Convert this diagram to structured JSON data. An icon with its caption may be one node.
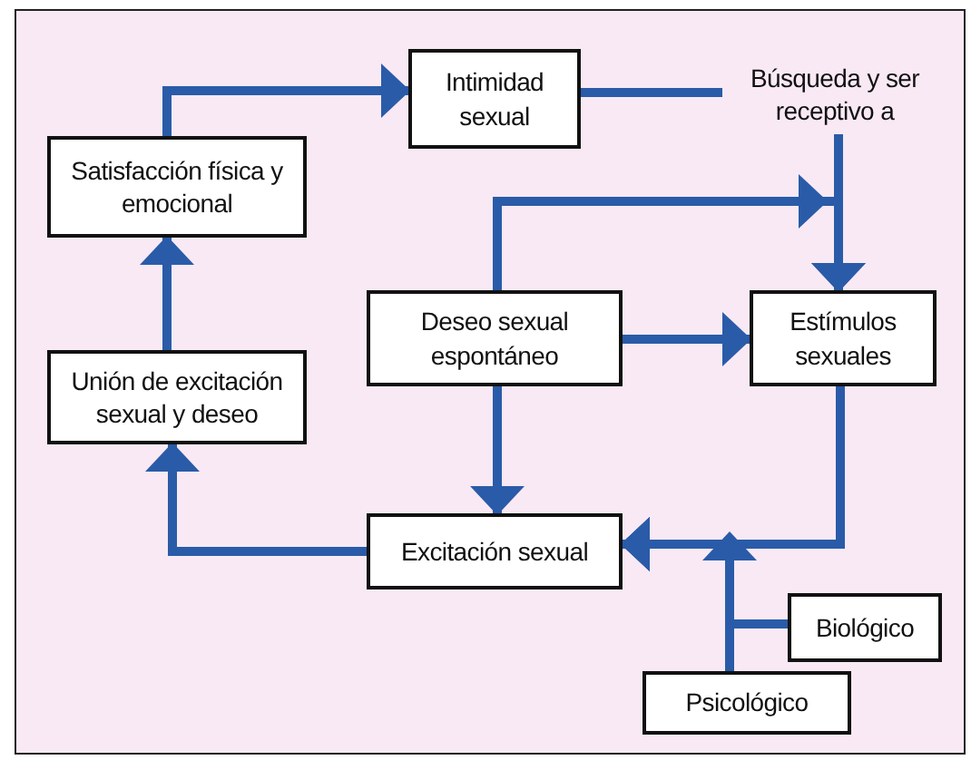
{
  "diagram": {
    "nodes": [
      {
        "text": [
          "Intimidad sexual"
        ]
      },
      {
        "text": [
          "Búsqueda y ser receptivo a"
        ]
      },
      {
        "text": [
          "Satisfacción física y emocional"
        ]
      },
      {
        "text": [
          "Deseo sexual espontáneo"
        ]
      },
      {
        "text": [
          "Estímulos sexuales"
        ]
      },
      {
        "text": [
          "Unión de excitación sexual y deseo"
        ]
      },
      {
        "text": [
          "Excitación sexual"
        ]
      },
      {
        "text": [
          "Biológico"
        ]
      },
      {
        "text": [
          "Psicológico"
        ]
      }
    ],
    "edges": [
      {
        "from": 2,
        "to": 0,
        "arrow": "to"
      },
      {
        "from": 0,
        "to": 1,
        "arrow": "none"
      },
      {
        "from": 1,
        "to": 4,
        "arrow": "to"
      },
      {
        "from": 3,
        "to": 4,
        "arrow": "to"
      },
      {
        "from": 3,
        "to": 4,
        "arrow": "to"
      },
      {
        "from": 3,
        "to": 6,
        "arrow": "to"
      },
      {
        "from": 4,
        "to": 6,
        "arrow": "to"
      },
      {
        "from": 6,
        "to": 5,
        "arrow": "to"
      },
      {
        "from": 5,
        "to": 2,
        "arrow": "to"
      },
      {
        "from": 8,
        "to": 6,
        "arrow": "to"
      },
      {
        "from": 7,
        "to": 6,
        "arrow": "to"
      }
    ]
  }
}
